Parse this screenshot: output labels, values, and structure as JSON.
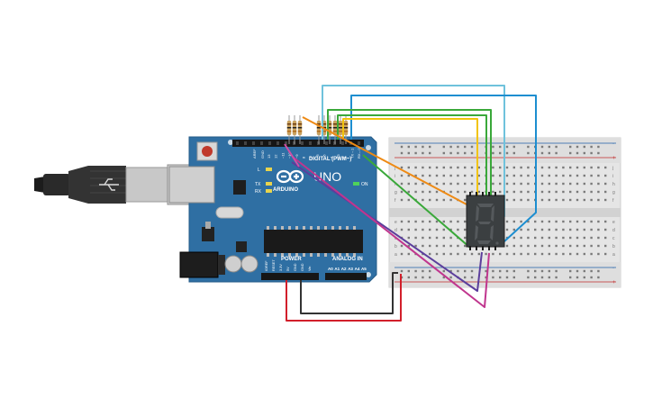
{
  "arduino": {
    "logo_text": "ARDUINO",
    "model": "UNO",
    "digital_header": "DIGITAL (PWM~)",
    "analog_header": "ANALOG IN",
    "power_header": "POWER",
    "on_label": "ON",
    "l_label": "L",
    "tx_label": "TX",
    "rx_label": "RX",
    "aref": "AREF",
    "gnd": "GND",
    "digital_pins": [
      "13",
      "12",
      "~11",
      "~10",
      "~9",
      "8",
      "7",
      "~6",
      "~5",
      "4",
      "~3",
      "2",
      "TX→1",
      "RX←0"
    ],
    "power_pins": [
      "IOREF",
      "RESET",
      "3.3V",
      "5V",
      "GND",
      "GND",
      "Vin"
    ],
    "analog_pins": [
      "A0",
      "A1",
      "A2",
      "A3",
      "A4",
      "A5"
    ]
  },
  "display": {
    "digit": "8"
  },
  "breadboard": {
    "row_letters_top": [
      "j",
      "i",
      "h",
      "g",
      "f"
    ],
    "row_letters_bottom": [
      "e",
      "d",
      "c",
      "b",
      "a"
    ],
    "plus": "+",
    "minus": "-"
  },
  "colors": {
    "board": "#2f6fa3",
    "wire_red": "#d21f2b",
    "wire_black": "#333333",
    "wire_orange": "#ee8a14",
    "wire_yellow": "#f2c40c",
    "wire_green": "#3aa83a",
    "wire_cyan": "#6fc2dc",
    "wire_blue": "#1d8ed0",
    "wire_purple": "#5b3e9c",
    "wire_magenta": "#c0368e",
    "wire_pink": "#d14ea6"
  }
}
